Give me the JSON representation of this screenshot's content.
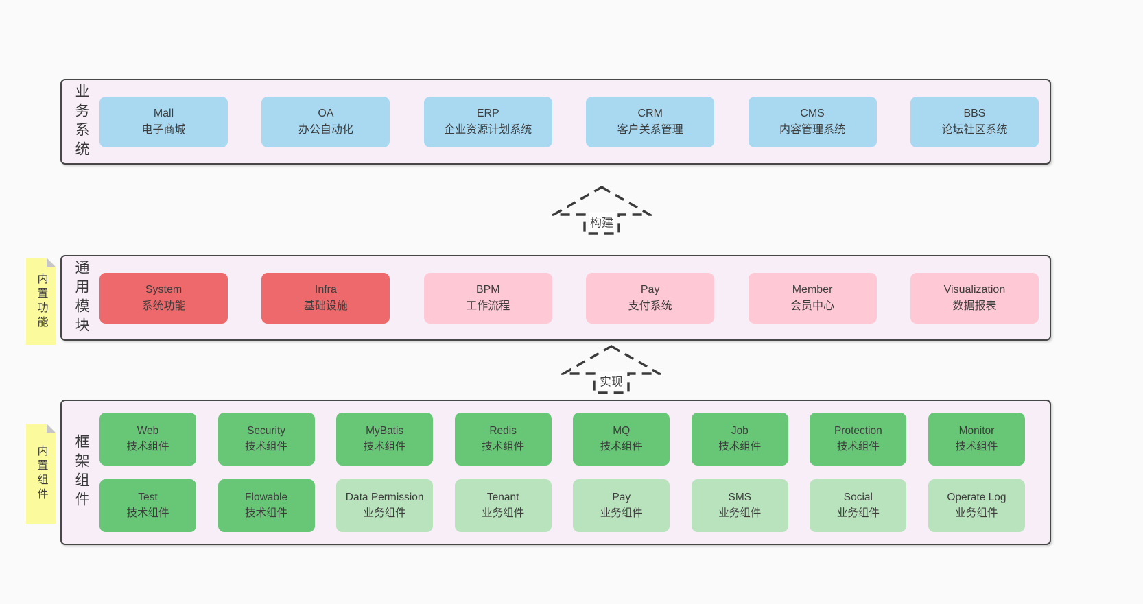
{
  "arrows": {
    "build": "构建",
    "implement": "实现"
  },
  "layers": {
    "business": {
      "label": "业务系统",
      "boxes": [
        {
          "name": "Mall",
          "desc": "电子商城"
        },
        {
          "name": "OA",
          "desc": "办公自动化"
        },
        {
          "name": "ERP",
          "desc": "企业资源计划系统"
        },
        {
          "name": "CRM",
          "desc": "客户关系管理"
        },
        {
          "name": "CMS",
          "desc": "内容管理系统"
        },
        {
          "name": "BBS",
          "desc": "论坛社区系统"
        }
      ]
    },
    "modules": {
      "label": "通用模块",
      "tag": "内置功能",
      "boxes": [
        {
          "name": "System",
          "desc": "系统功能"
        },
        {
          "name": "Infra",
          "desc": "基础设施"
        },
        {
          "name": "BPM",
          "desc": "工作流程"
        },
        {
          "name": "Pay",
          "desc": "支付系统"
        },
        {
          "name": "Member",
          "desc": "会员中心"
        },
        {
          "name": "Visualization",
          "desc": "数据报表"
        }
      ]
    },
    "framework": {
      "label": "框架组件",
      "tag": "内置组件",
      "row1": [
        {
          "name": "Web",
          "desc": "技术组件"
        },
        {
          "name": "Security",
          "desc": "技术组件"
        },
        {
          "name": "MyBatis",
          "desc": "技术组件"
        },
        {
          "name": "Redis",
          "desc": "技术组件"
        },
        {
          "name": "MQ",
          "desc": "技术组件"
        },
        {
          "name": "Job",
          "desc": "技术组件"
        },
        {
          "name": "Protection",
          "desc": "技术组件"
        },
        {
          "name": "Monitor",
          "desc": "技术组件"
        }
      ],
      "row2": [
        {
          "name": "Test",
          "desc": "技术组件"
        },
        {
          "name": "Flowable",
          "desc": "技术组件"
        },
        {
          "name": "Data Permission",
          "desc": "业务组件"
        },
        {
          "name": "Tenant",
          "desc": "业务组件"
        },
        {
          "name": "Pay",
          "desc": "业务组件"
        },
        {
          "name": "SMS",
          "desc": "业务组件"
        },
        {
          "name": "Social",
          "desc": "业务组件"
        },
        {
          "name": "Operate Log",
          "desc": "业务组件"
        }
      ]
    }
  },
  "colors": {
    "page_bg": "#fafafa",
    "layer_bg": "#f8eef7",
    "layer_border": "#474747",
    "blue_box": "#a9d9f1",
    "red_box": "#ee696b",
    "pink_box": "#fec9d5",
    "green_box": "#68c677",
    "light_green_box": "#b9e3bd",
    "sticky_tag": "#fbfa9c",
    "tag_fold": "#c6c6c6",
    "text": "#3d3d3d"
  }
}
